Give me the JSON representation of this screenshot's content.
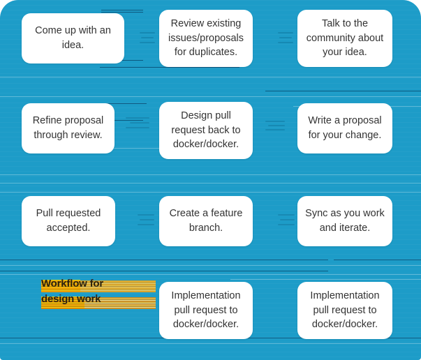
{
  "diagram": {
    "title": "Workflow for design work",
    "background_color": "#1d9cc8",
    "node_fill_color": "#ffffff",
    "node_text_color": "#333333",
    "highlight_color": "#ffe500",
    "highlight_stripe_color": "#e8a21c",
    "arrow_color": "#0e6f97"
  },
  "rows": [
    {
      "id": "row-1",
      "nodes": [
        {
          "id": "n1",
          "text": "Come up with an idea."
        },
        {
          "id": "n2",
          "text": "Review existing issues/proposals for duplicates."
        },
        {
          "id": "n3",
          "text": "Talk to the community about your idea."
        }
      ]
    },
    {
      "id": "row-2",
      "nodes": [
        {
          "id": "n4",
          "text": "Refine proposal through review."
        },
        {
          "id": "n5",
          "text": "Design pull request back to docker/docker."
        },
        {
          "id": "n6",
          "text": "Write a proposal for your change."
        }
      ]
    },
    {
      "id": "row-3",
      "nodes": [
        {
          "id": "n7",
          "text": "Pull requested accepted."
        },
        {
          "id": "n8",
          "text": "Create a feature branch."
        },
        {
          "id": "n9",
          "text": "Sync as you work and iterate."
        }
      ]
    },
    {
      "id": "row-4",
      "nodes": [
        {
          "id": "n10",
          "text": "Implementation pull request to docker/docker."
        },
        {
          "id": "n11",
          "text": "Implementation pull request to docker/docker."
        }
      ]
    }
  ],
  "title_block": {
    "line1": "Workflow for",
    "line2": "design work"
  }
}
